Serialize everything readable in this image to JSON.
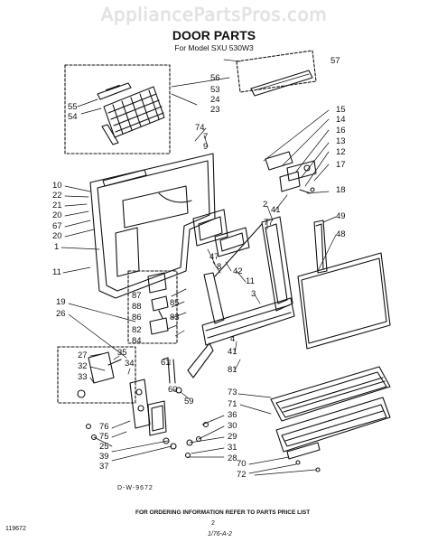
{
  "watermark": "AppliancePartsPros.com",
  "header": {
    "title": "DOOR PARTS",
    "subtitle": "For Model SXU 530W3"
  },
  "footer": {
    "note": "FOR ORDERING INFORMATION REFER TO PARTS PRICE LIST",
    "code_left": "119672",
    "page_number": "2",
    "handwritten": "1/76-A-2",
    "drawing_number": "D-W-9672"
  },
  "callouts": {
    "n56": "56",
    "n57": "57",
    "n53": "53",
    "n24": "24",
    "n23": "23",
    "n55": "55",
    "n54": "54",
    "n74": "74",
    "n7": "7",
    "n9": "9",
    "n15": "15",
    "n14": "14",
    "n16": "16",
    "n13": "13",
    "n12": "12",
    "n17": "17",
    "n18": "18",
    "n10": "10",
    "n22": "22",
    "n21": "21",
    "n20a": "20",
    "n67": "67",
    "n20b": "20",
    "n1": "1",
    "n2": "2",
    "n41a": "41",
    "n77": "77",
    "n49": "49",
    "n48": "48",
    "n47": "47",
    "n8": "8",
    "n42": "42",
    "n11a": "11",
    "n11b": "11",
    "n3": "3",
    "n87": "87",
    "n88": "88",
    "n86": "86",
    "n85": "85",
    "n83": "83",
    "n82": "82",
    "n84": "84",
    "n19": "19",
    "n26": "26",
    "n27": "27",
    "n32": "32",
    "n33": "33",
    "n35": "35",
    "n34": "34",
    "n4": "4",
    "n41b": "41",
    "n81": "81",
    "n73": "73",
    "n71": "71",
    "n61": "61",
    "n60": "60",
    "n59": "59",
    "n76": "76",
    "n75": "75",
    "n25": "25",
    "n39": "39",
    "n37": "37",
    "n36": "36",
    "n30": "30",
    "n29": "29",
    "n31": "31",
    "n28": "28",
    "n70": "70",
    "n72": "72"
  }
}
